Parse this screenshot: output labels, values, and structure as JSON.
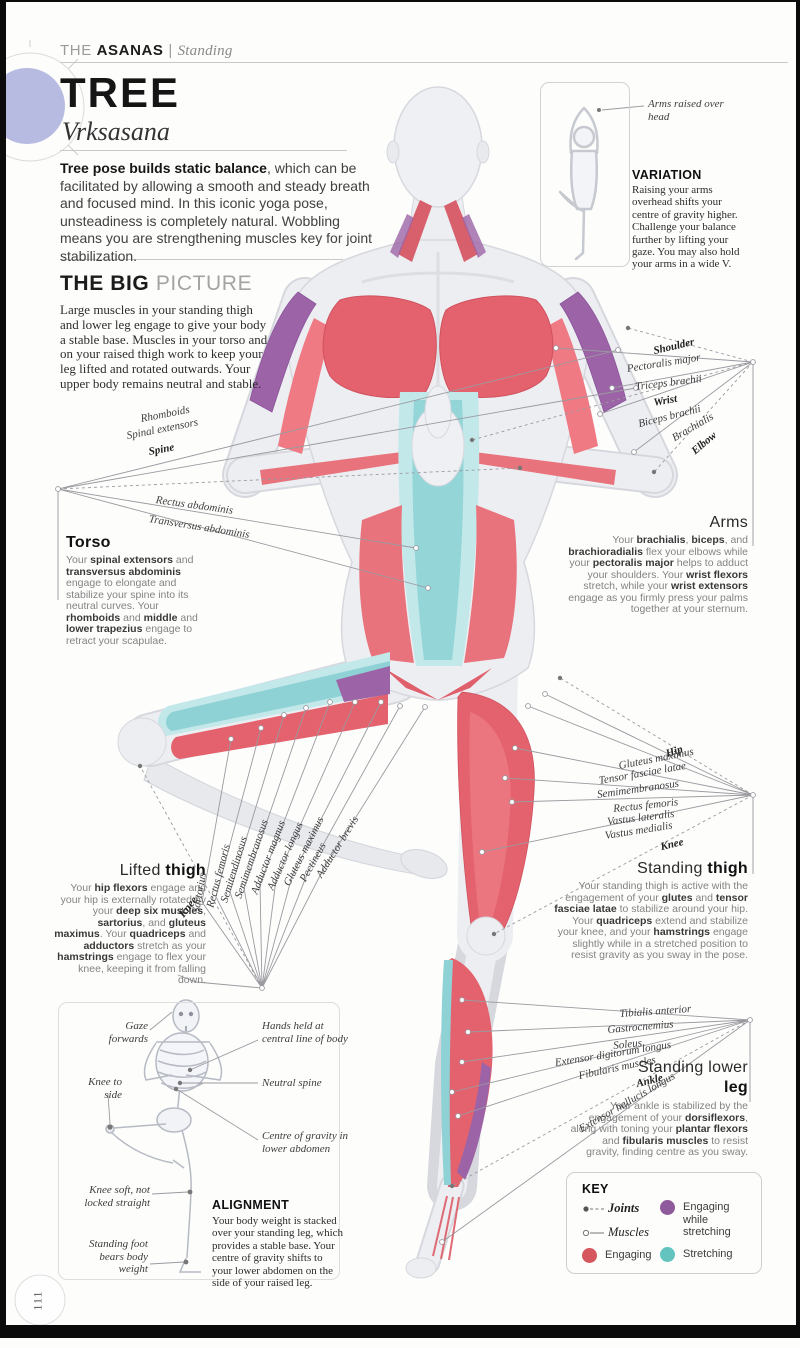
{
  "page": {
    "header_the": "THE",
    "header_section": "ASANAS",
    "header_divider": "|",
    "header_subsection": "Standing",
    "title": "TREE",
    "sanskrit": "Vrksasana",
    "page_number": "111"
  },
  "intro": {
    "segments": [
      {
        "t": "Tree pose builds static balance",
        "b": 1
      },
      {
        "t": ", which can be facilitated by allowing a smooth and steady breath and focused mind. In this iconic yoga pose, unsteadiness is completely natural. Wobbling means you are strengthening muscles key for joint stabilization.",
        "b": 0
      }
    ]
  },
  "big_picture": {
    "heading_bold": "THE BIG",
    "heading_light": "PICTURE",
    "body": "Large muscles in your standing thigh and lower leg engage to give your body a stable base. Muscles in your torso and on your raised thigh work to keep your leg lifted and rotated outwards. Your upper body remains neutral and stable."
  },
  "variation": {
    "figure_label": "Arms raised over head",
    "heading": "VARIATION",
    "body": "Raising your arms overhead shifts your centre of gravity higher. Challenge your balance further by lifting your gaze. You may also hold your arms in a wide V."
  },
  "sections": {
    "torso": {
      "heading": [
        {
          "t": "Torso",
          "b": 1
        }
      ],
      "body": [
        {
          "t": "Your ",
          "b": 0
        },
        {
          "t": "spinal extensors",
          "b": 1
        },
        {
          "t": " and ",
          "b": 0
        },
        {
          "t": "transversus abdominis",
          "b": 1
        },
        {
          "t": " engage to elongate and stabilize your spine into its neutral curves. Your ",
          "b": 0
        },
        {
          "t": "rhomboids",
          "b": 1
        },
        {
          "t": " and ",
          "b": 0
        },
        {
          "t": "middle",
          "b": 1
        },
        {
          "t": " and ",
          "b": 0
        },
        {
          "t": "lower trapezius",
          "b": 1
        },
        {
          "t": " engage to retract your scapulae.",
          "b": 0
        }
      ]
    },
    "arms": {
      "heading": [
        {
          "t": "Arms",
          "b": 0
        }
      ],
      "body": [
        {
          "t": "Your ",
          "b": 0
        },
        {
          "t": "brachialis",
          "b": 1
        },
        {
          "t": ", ",
          "b": 0
        },
        {
          "t": "biceps",
          "b": 1
        },
        {
          "t": ", and ",
          "b": 0
        },
        {
          "t": "brachioradialis",
          "b": 1
        },
        {
          "t": " flex your elbows while your ",
          "b": 0
        },
        {
          "t": "pectoralis major",
          "b": 1
        },
        {
          "t": " helps to adduct your shoulders. Your ",
          "b": 0
        },
        {
          "t": "wrist flexors",
          "b": 1
        },
        {
          "t": " stretch, while your ",
          "b": 0
        },
        {
          "t": "wrist extensors",
          "b": 1
        },
        {
          "t": " engage as you firmly press your palms together at your sternum.",
          "b": 0
        }
      ]
    },
    "lifted_thigh": {
      "heading": [
        {
          "t": "Lifted ",
          "b": 0
        },
        {
          "t": "thigh",
          "b": 1
        }
      ],
      "body": [
        {
          "t": "Your ",
          "b": 0
        },
        {
          "t": "hip flexors",
          "b": 1
        },
        {
          "t": " engage and your hip is externally rotated by your ",
          "b": 0
        },
        {
          "t": "deep six muscles",
          "b": 1
        },
        {
          "t": ", ",
          "b": 0
        },
        {
          "t": "sartorius",
          "b": 1
        },
        {
          "t": ", and ",
          "b": 0
        },
        {
          "t": "gluteus maximus",
          "b": 1
        },
        {
          "t": ". Your ",
          "b": 0
        },
        {
          "t": "quadriceps",
          "b": 1
        },
        {
          "t": " and ",
          "b": 0
        },
        {
          "t": "adductors",
          "b": 1
        },
        {
          "t": " stretch as your ",
          "b": 0
        },
        {
          "t": "hamstrings",
          "b": 1
        },
        {
          "t": " engage to flex your knee, keeping it from falling down.",
          "b": 0
        }
      ]
    },
    "standing_thigh": {
      "heading": [
        {
          "t": "Standing ",
          "b": 0
        },
        {
          "t": "thigh",
          "b": 1
        }
      ],
      "body": [
        {
          "t": "Your standing thigh is active with the engagement of your ",
          "b": 0
        },
        {
          "t": "glutes",
          "b": 1
        },
        {
          "t": " and ",
          "b": 0
        },
        {
          "t": "tensor fasciae latae",
          "b": 1
        },
        {
          "t": " to stabilize around your hip. Your ",
          "b": 0
        },
        {
          "t": "quadriceps",
          "b": 1
        },
        {
          "t": " extend and stabilize your knee, and your ",
          "b": 0
        },
        {
          "t": "hamstrings",
          "b": 1
        },
        {
          "t": " engage slightly while in a stretched position to resist gravity as you sway in the pose.",
          "b": 0
        }
      ]
    },
    "standing_lower_leg": {
      "heading": [
        {
          "t": "Standing lower ",
          "b": 0
        },
        {
          "t": "leg",
          "b": 1
        }
      ],
      "body": [
        {
          "t": "Your ankle is stabilized by the engagement of your ",
          "b": 0
        },
        {
          "t": "dorsiflexors",
          "b": 1
        },
        {
          "t": ", along with toning your ",
          "b": 0
        },
        {
          "t": "plantar flexors",
          "b": 1
        },
        {
          "t": " and ",
          "b": 0
        },
        {
          "t": "fibularis muscles",
          "b": 1
        },
        {
          "t": " to resist gravity, finding centre as you sway.",
          "b": 0
        }
      ]
    },
    "alignment": {
      "heading": "ALIGNMENT",
      "body": "Your body weight is stacked over your standing leg, which provides a stable base. Your centre of gravity shifts to your lower abdomen on the side of your raised leg."
    }
  },
  "labels": {
    "upper_left": [
      "Rhomboids",
      "Spinal extensors",
      "Spine"
    ],
    "abdomen": [
      "Rectus abdominis",
      "Transversus abdominis"
    ],
    "arm": [
      "Shoulder",
      "Pectoralis major",
      "Triceps brachii",
      "Wrist",
      "Biceps brachii",
      "Brachialis",
      "Elbow"
    ],
    "hip": [
      "Hip",
      "Gluteus maximus",
      "Tensor fasciae latae",
      "Semimembranosus",
      "Rectus femoris",
      "Vastus lateralis",
      "Vastus medialis",
      "Knee"
    ],
    "lifted": [
      "Knee",
      "Sartorius",
      "Rectus femoris",
      "Semitendinosus",
      "Semimembranosus",
      "Adductor magnus",
      "Adductor longus",
      "Gluteus maximus",
      "Pectineus",
      "Adductor brevis"
    ],
    "lower_leg": [
      "Tibialis anterior",
      "Gastrocnemius",
      "Soleus",
      "Extensor digitorum longus",
      "Fibularis muscles",
      "Ankle",
      "Extensor hallucis longus"
    ],
    "skeleton": [
      "Gaze forwards",
      "Hands held at central line of body",
      "Knee to side",
      "Neutral spine",
      "Centre of gravity in lower abdomen",
      "Knee soft, not locked straight",
      "Standing foot bears body weight"
    ]
  },
  "key": {
    "heading": "KEY",
    "joints": "Joints",
    "muscles": "Muscles",
    "engaging": "Engaging",
    "engaging_while_stretching": "Engaging while stretching",
    "stretching": "Stretching"
  },
  "colors": {
    "engaging": "#d6565e",
    "engaging_while_stretching": "#8f5a9b",
    "stretching": "#63c4bf"
  }
}
